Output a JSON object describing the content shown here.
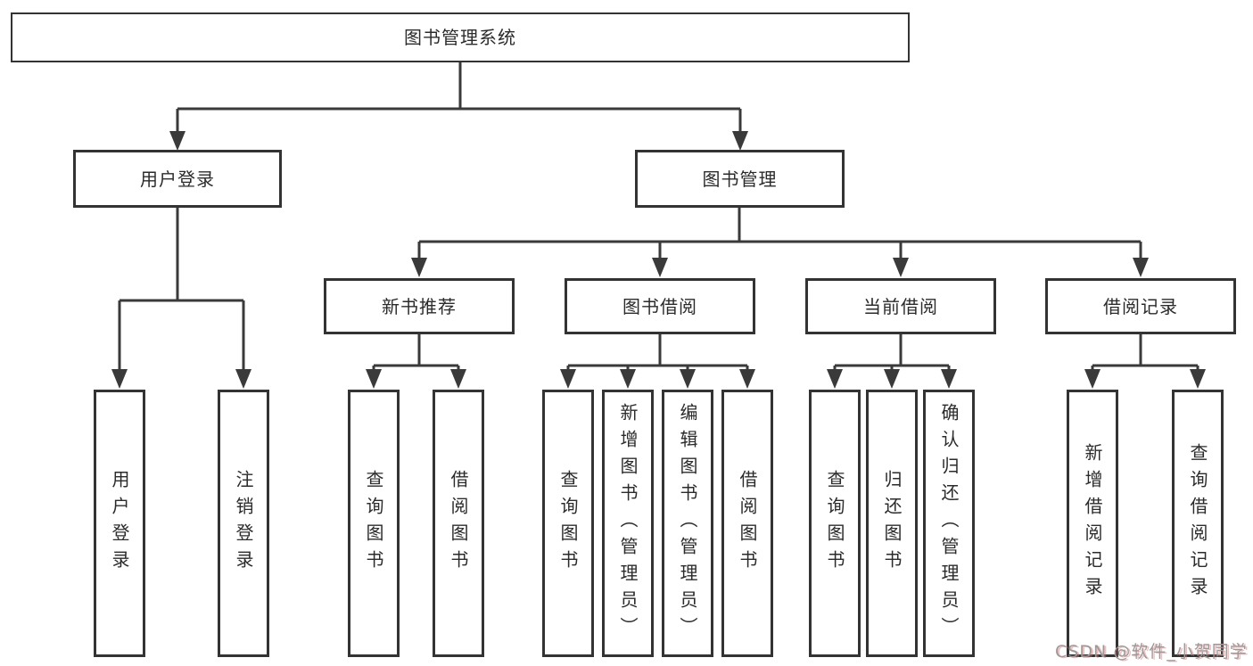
{
  "colors": {
    "line": "#3a3a3a",
    "box_border": "#333333",
    "box_fill": "#ffffff",
    "text": "#2b2b2b",
    "watermark": "#9a9a9a"
  },
  "tree": {
    "label": "图书管理系统",
    "children": [
      {
        "label": "用户登录",
        "children": [
          {
            "label": "用户登录"
          },
          {
            "label": "注销登录"
          }
        ]
      },
      {
        "label": "图书管理",
        "children": [
          {
            "label": "新书推荐",
            "children": [
              {
                "label": "查询图书"
              },
              {
                "label": "借阅图书"
              }
            ]
          },
          {
            "label": "图书借阅",
            "children": [
              {
                "label": "查询图书"
              },
              {
                "label": "新增图书（管理员）"
              },
              {
                "label": "编辑图书（管理员）"
              },
              {
                "label": "借阅图书"
              }
            ]
          },
          {
            "label": "当前借阅",
            "children": [
              {
                "label": "查询图书"
              },
              {
                "label": "归还图书"
              },
              {
                "label": "确认归还（管理员）"
              }
            ]
          },
          {
            "label": "借阅记录",
            "children": [
              {
                "label": "新增借阅记录"
              },
              {
                "label": "查询借阅记录"
              }
            ]
          }
        ]
      }
    ]
  },
  "watermark": {
    "text": "CSDN @软件_小贺同学"
  }
}
